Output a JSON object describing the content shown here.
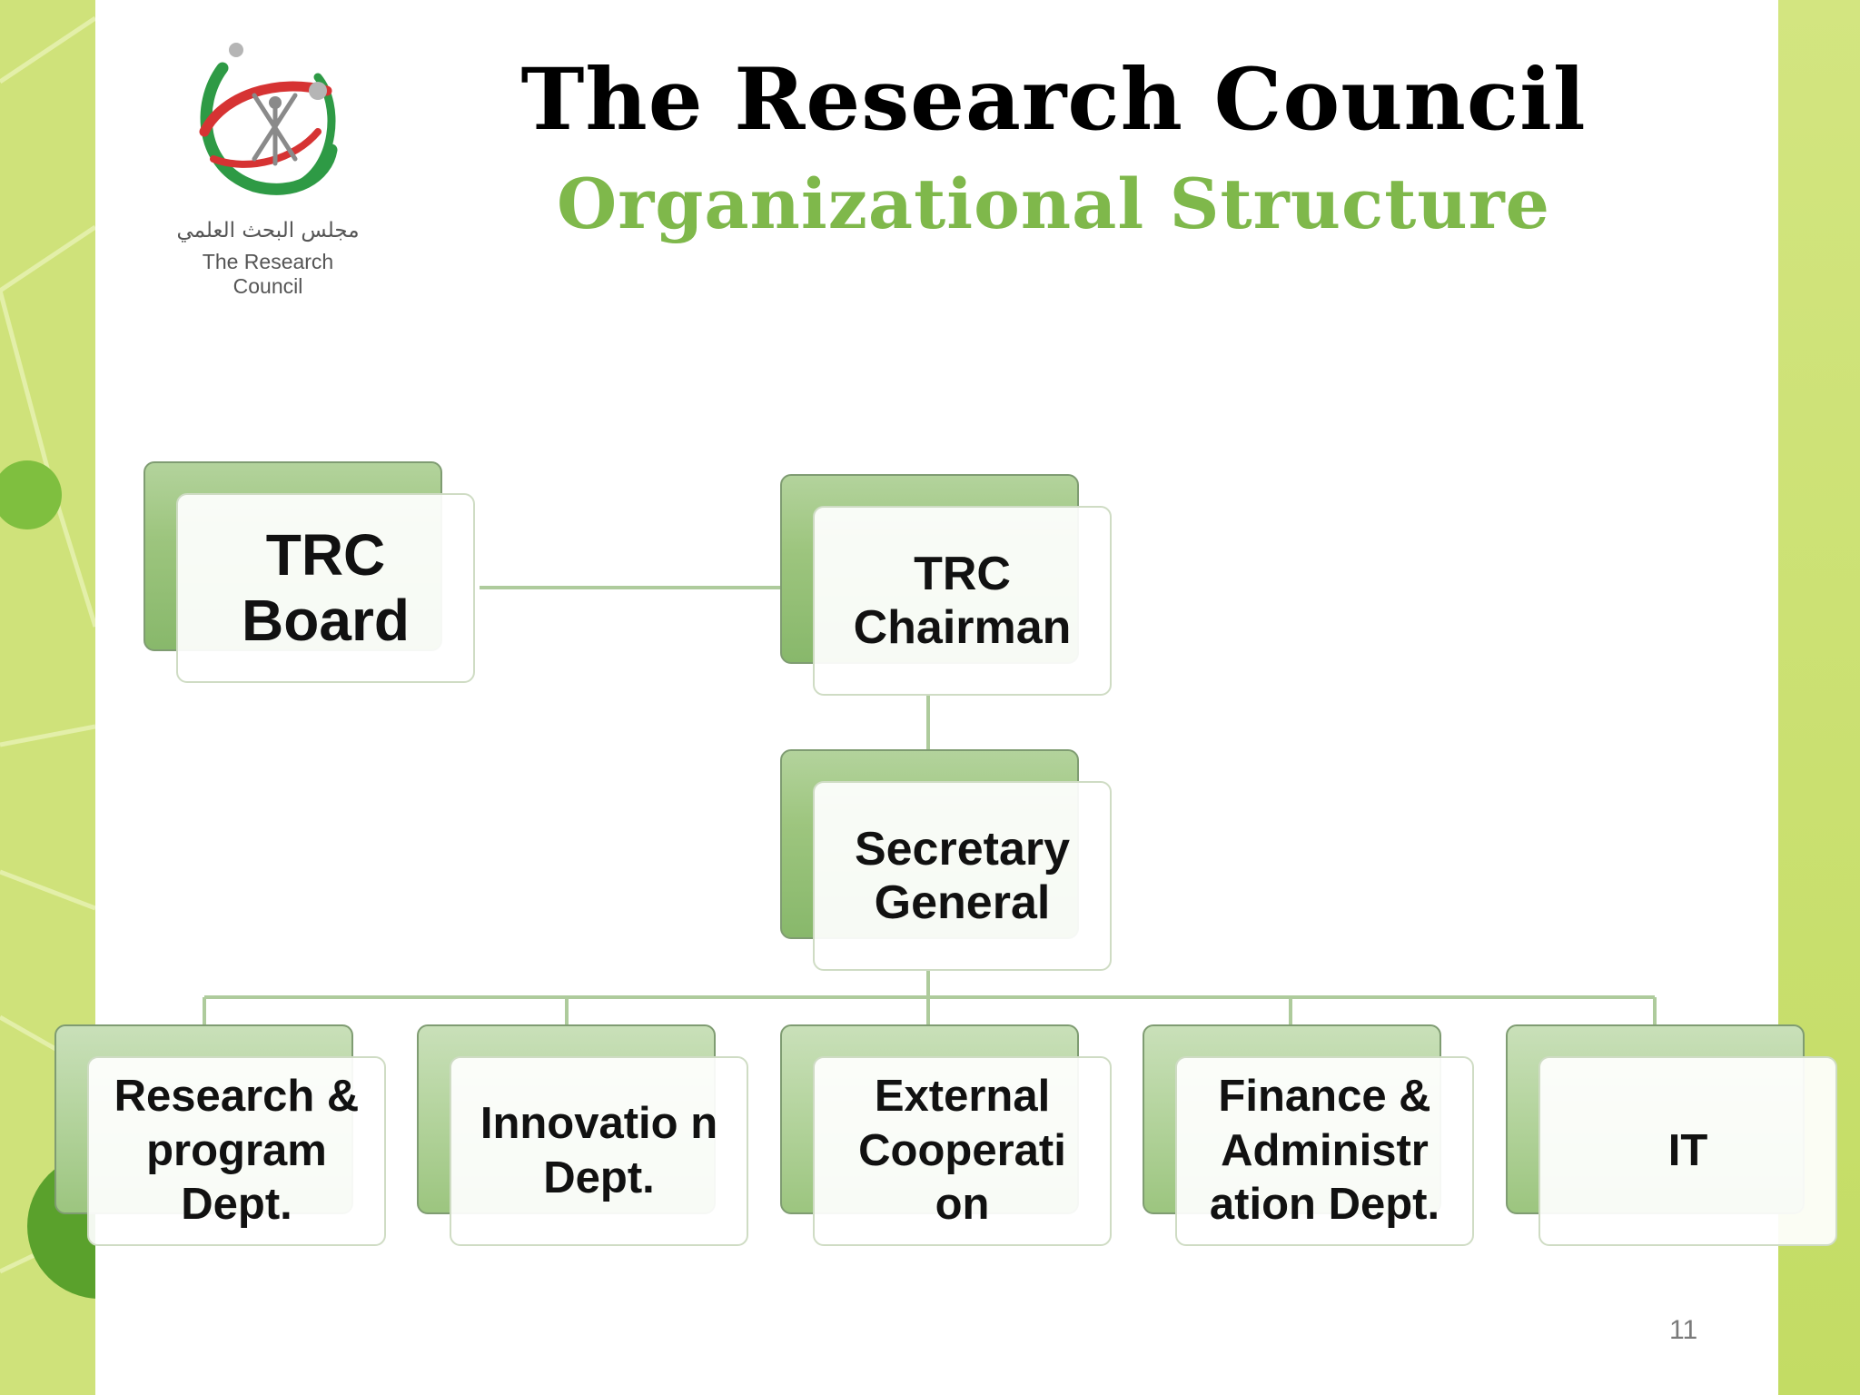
{
  "header": {
    "title": "The Research Council",
    "subtitle": "Organizational Structure"
  },
  "logo": {
    "arabic_text": "مجلس البحث العلمي",
    "english_text": "The Research Council"
  },
  "nodes": {
    "board": "TRC Board",
    "chairman": "TRC Chairman",
    "secretary": "Secretary General",
    "research": "Research & program Dept.",
    "innovation": "Innovatio n Dept.",
    "external": "External Cooperati on",
    "finance": "Finance & Administr ation Dept.",
    "it": "IT"
  },
  "colors": {
    "accent_green": "#7fb84b",
    "box_green": "#9dc57e",
    "connector": "#aecb9c",
    "background_lime": "#cfe27a"
  },
  "footer": {
    "page_number": "11"
  }
}
